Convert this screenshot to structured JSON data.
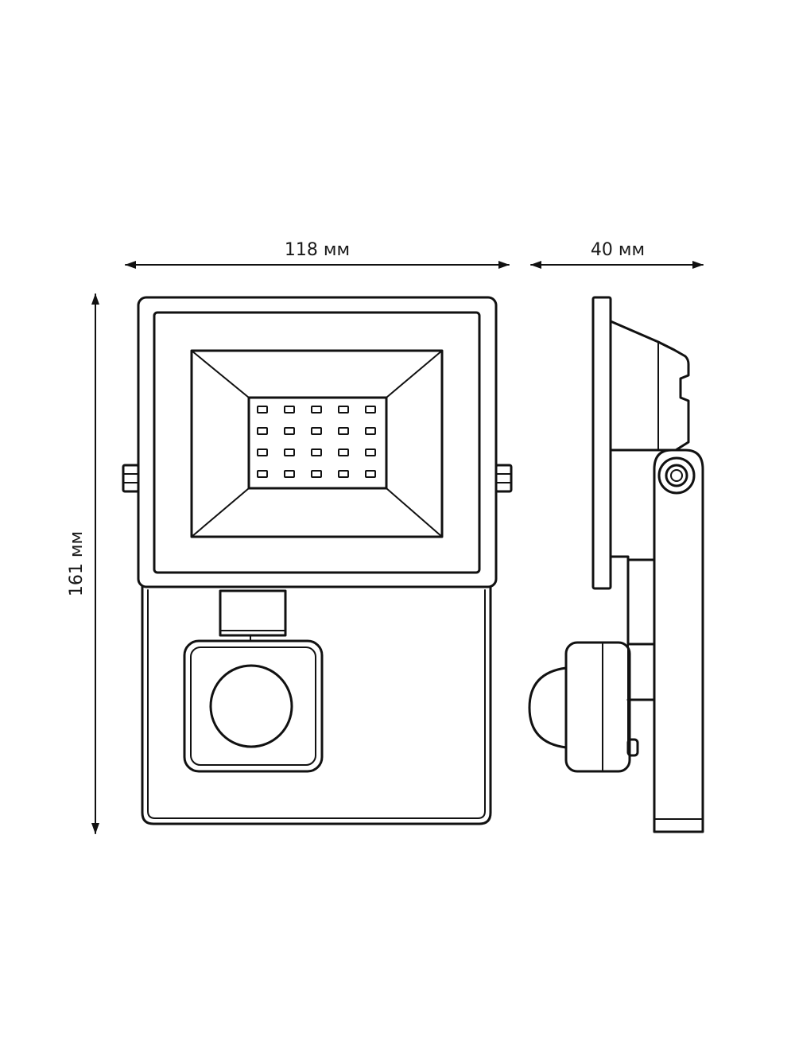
{
  "dimensions": {
    "width_label": "118 мм",
    "depth_label": "40 мм",
    "height_label": "161 мм"
  },
  "led_matrix": {
    "rows": 4,
    "cols": 5
  },
  "colors": {
    "line": "#111111",
    "background": "#ffffff"
  }
}
